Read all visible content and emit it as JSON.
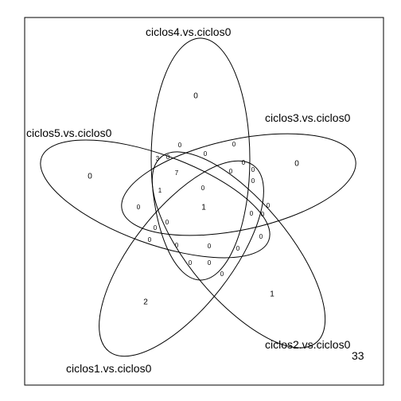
{
  "diagram": {
    "type": "venn-5-set",
    "sets": [
      {
        "id": "s4",
        "label": "ciclos4.vs.ciclos0"
      },
      {
        "id": "s3",
        "label": "ciclos3.vs.ciclos0"
      },
      {
        "id": "s5",
        "label": "ciclos5.vs.ciclos0"
      },
      {
        "id": "s2",
        "label": "ciclos2.vs.ciclos0"
      },
      {
        "id": "s1",
        "label": "ciclos1.vs.ciclos0"
      }
    ],
    "regions": [
      {
        "id": "only-s4",
        "value": "0"
      },
      {
        "id": "only-s3",
        "value": "0"
      },
      {
        "id": "only-s5",
        "value": "0"
      },
      {
        "id": "only-s2",
        "value": "1"
      },
      {
        "id": "only-s1",
        "value": "2"
      },
      {
        "id": "all",
        "value": "1"
      },
      {
        "id": "r-a",
        "value": "7"
      },
      {
        "id": "r-b",
        "value": "3"
      },
      {
        "id": "r-c",
        "value": "0"
      },
      {
        "id": "r-d",
        "value": "0"
      },
      {
        "id": "r-e",
        "value": "0"
      },
      {
        "id": "r-f",
        "value": "0"
      },
      {
        "id": "r-g",
        "value": "0"
      },
      {
        "id": "r-h",
        "value": "0"
      },
      {
        "id": "r-i",
        "value": "0"
      },
      {
        "id": "r-j",
        "value": "0"
      },
      {
        "id": "r-k",
        "value": "0"
      },
      {
        "id": "r-l",
        "value": "1"
      },
      {
        "id": "r-m",
        "value": "0"
      },
      {
        "id": "r-n",
        "value": "0"
      },
      {
        "id": "r-o",
        "value": "0"
      },
      {
        "id": "r-p",
        "value": "0"
      },
      {
        "id": "r-q",
        "value": "0"
      },
      {
        "id": "r-r",
        "value": "0"
      },
      {
        "id": "r-s",
        "value": "0"
      },
      {
        "id": "r-t",
        "value": "0"
      },
      {
        "id": "r-u",
        "value": "0"
      },
      {
        "id": "r-v",
        "value": "0"
      },
      {
        "id": "r-w",
        "value": "0"
      },
      {
        "id": "r-x",
        "value": "0"
      },
      {
        "id": "r-y",
        "value": "0"
      },
      {
        "id": "r-z",
        "value": "0"
      }
    ],
    "total": "33"
  }
}
